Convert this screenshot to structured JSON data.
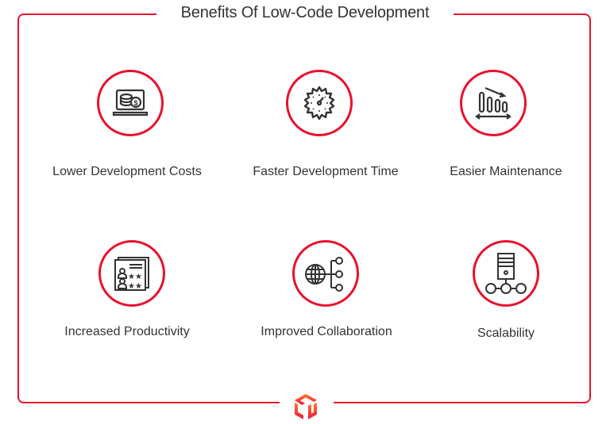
{
  "title": "Benefits Of Low-Code Development",
  "colors": {
    "accent": "#e8112d",
    "text": "#333333",
    "icon": "#333333"
  },
  "benefits": [
    {
      "label": "Lower Development Costs",
      "icon": "laptop-coins-icon"
    },
    {
      "label": "Faster Development Time",
      "icon": "gear-speedometer-icon"
    },
    {
      "label": "Easier Maintenance",
      "icon": "descending-bars-icon"
    },
    {
      "label": "Increased Productivity",
      "icon": "profile-cards-stars-icon"
    },
    {
      "label": "Improved Collaboration",
      "icon": "globe-network-icon"
    },
    {
      "label": "Scalability",
      "icon": "server-nodes-icon"
    }
  ],
  "footer": {
    "logo": "cube-logo-icon"
  }
}
